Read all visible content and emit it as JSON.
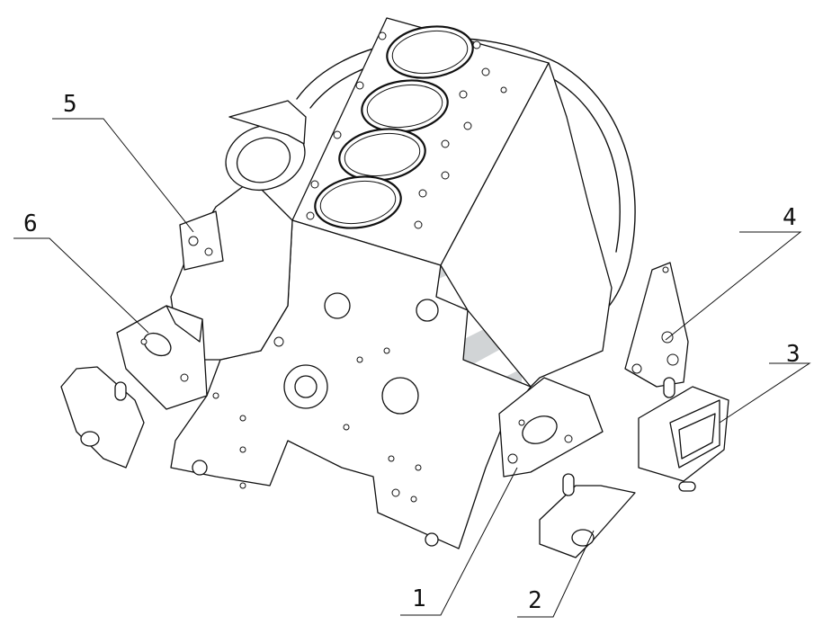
{
  "figure": {
    "callouts": [
      {
        "id": "1",
        "label": "1"
      },
      {
        "id": "2",
        "label": "2"
      },
      {
        "id": "3",
        "label": "3"
      },
      {
        "id": "4",
        "label": "4"
      },
      {
        "id": "5",
        "label": "5"
      },
      {
        "id": "6",
        "label": "6"
      }
    ],
    "colors": {
      "line": "#111111",
      "background": "#ffffff",
      "watermark": "#c9cccf"
    }
  }
}
